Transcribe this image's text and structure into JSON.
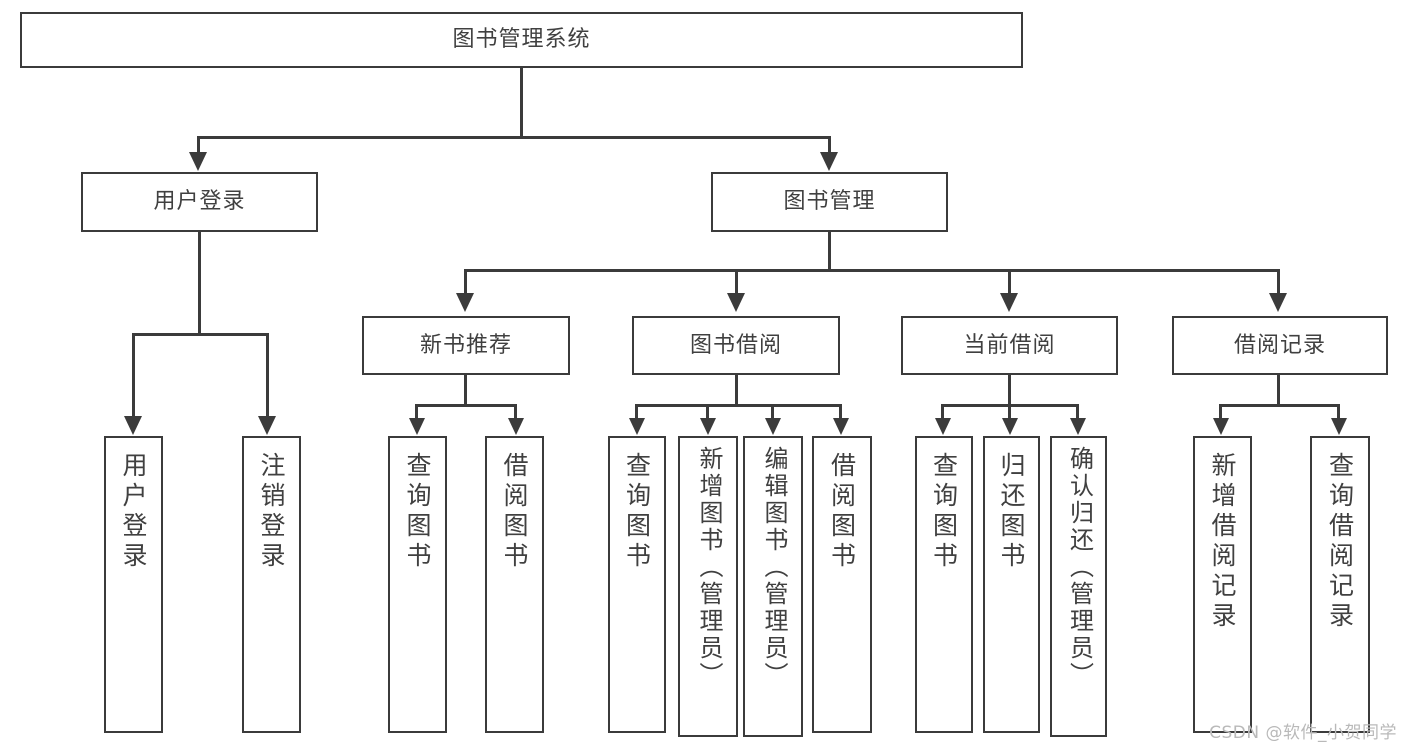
{
  "diagram": {
    "type": "tree",
    "title": "图书管理系统",
    "root": {
      "label": "图书管理系统"
    },
    "level2": [
      {
        "label": "用户登录"
      },
      {
        "label": "图书管理"
      }
    ],
    "level3": [
      {
        "label": "新书推荐"
      },
      {
        "label": "图书借阅"
      },
      {
        "label": "当前借阅"
      },
      {
        "label": "借阅记录"
      }
    ],
    "leaves": {
      "user_login": [
        {
          "label": "用户登录"
        },
        {
          "label": "注销登录"
        }
      ],
      "new_book_recommend": [
        {
          "label": "查询图书"
        },
        {
          "label": "借阅图书"
        }
      ],
      "book_borrow": [
        {
          "label": "查询图书"
        },
        {
          "label": "新增图书（管理员）"
        },
        {
          "label": "编辑图书（管理员）"
        },
        {
          "label": "借阅图书"
        }
      ],
      "current_borrow": [
        {
          "label": "查询图书"
        },
        {
          "label": "归还图书"
        },
        {
          "label": "确认归还（管理员）"
        }
      ],
      "borrow_record": [
        {
          "label": "新增借阅记录"
        },
        {
          "label": "查询借阅记录"
        }
      ]
    }
  },
  "watermark": {
    "text": "CSDN @软件_小贺同学"
  },
  "colors": {
    "stroke": "#3b3b3b",
    "text": "#404040",
    "background": "#ffffff",
    "watermark": "#b9b9b9"
  }
}
